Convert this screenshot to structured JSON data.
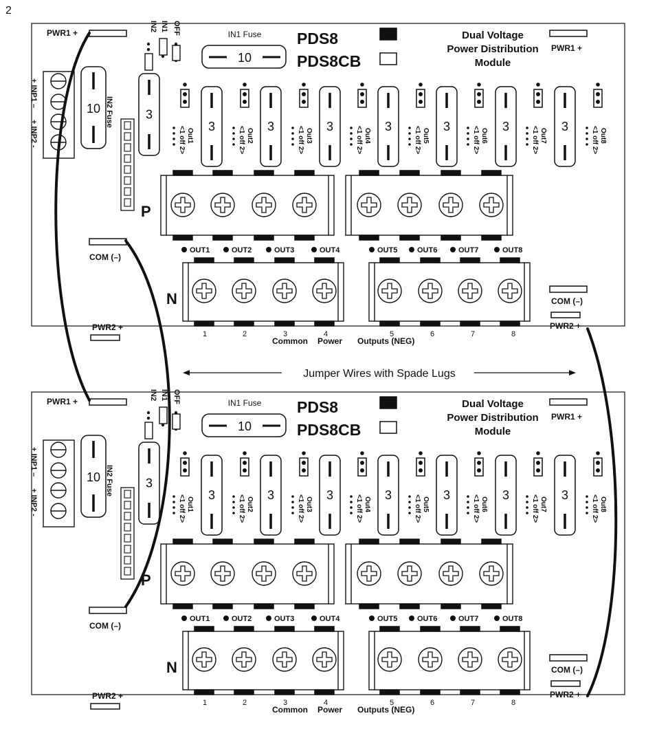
{
  "page_number": "2",
  "modules": [
    {
      "pwr1_left": "PWR1 +",
      "pwr1_right": "PWR1 +",
      "com_left": "COM (–)",
      "com_right": "COM (–)",
      "pwr2_left": "PWR2 +",
      "pwr2_right": "PWR2 +",
      "in2": "IN2",
      "in1": "IN1",
      "off": "OFF",
      "in1_fuse_label": "IN1 Fuse",
      "in1_fuse_value": "10",
      "model_a": "PDS8",
      "model_b": "PDS8CB",
      "title_lines": [
        "Dual Voltage",
        "Power Distribution",
        "Module"
      ],
      "inp1": "+ INP1 –",
      "inp2": "+ INP2 -",
      "in2_fuse_label": "IN2 Fuse",
      "in2_fuse_value": "10",
      "first_fuse_value": "3",
      "output_fuse_value": "3",
      "outs": [
        "Out1",
        "Out2",
        "Out3",
        "Out4",
        "Out5",
        "Out6",
        "Out7",
        "Out8"
      ],
      "switch_text": "<1 off 2>",
      "p_label": "P",
      "n_label": "N",
      "out_labels": [
        "OUT1",
        "OUT2",
        "OUT3",
        "OUT4",
        "OUT5",
        "OUT6",
        "OUT7",
        "OUT8"
      ],
      "numbers": [
        "1",
        "2",
        "3",
        "4",
        "5",
        "6",
        "7",
        "8"
      ],
      "common": "Common",
      "power": "Power",
      "outputs_neg": "Outputs (NEG)"
    },
    {
      "pwr1_left": "PWR1 +",
      "pwr1_right": "PWR1 +",
      "com_left": "COM (–)",
      "com_right": "COM (–)",
      "pwr2_left": "PWR2 +",
      "pwr2_right": "PWR2 +",
      "in2": "IN2",
      "in1": "IN1",
      "off": "OFF",
      "in1_fuse_label": "IN1 Fuse",
      "in1_fuse_value": "10",
      "model_a": "PDS8",
      "model_b": "PDS8CB",
      "title_lines": [
        "Dual Voltage",
        "Power Distribution",
        "Module"
      ],
      "inp1": "+ INP1 –",
      "inp2": "+ INP2 -",
      "in2_fuse_label": "IN2 Fuse",
      "in2_fuse_value": "10",
      "first_fuse_value": "3",
      "output_fuse_value": "3",
      "outs": [
        "Out1",
        "Out2",
        "Out3",
        "Out4",
        "Out5",
        "Out6",
        "Out7",
        "Out8"
      ],
      "switch_text": "<1 off 2>",
      "p_label": "P",
      "n_label": "N",
      "out_labels": [
        "OUT1",
        "OUT2",
        "OUT3",
        "OUT4",
        "OUT5",
        "OUT6",
        "OUT7",
        "OUT8"
      ],
      "numbers": [
        "1",
        "2",
        "3",
        "4",
        "5",
        "6",
        "7",
        "8"
      ],
      "common": "Common",
      "power": "Power",
      "outputs_neg": "Outputs (NEG)"
    }
  ],
  "jumper_label": "Jumper Wires with Spade Lugs"
}
